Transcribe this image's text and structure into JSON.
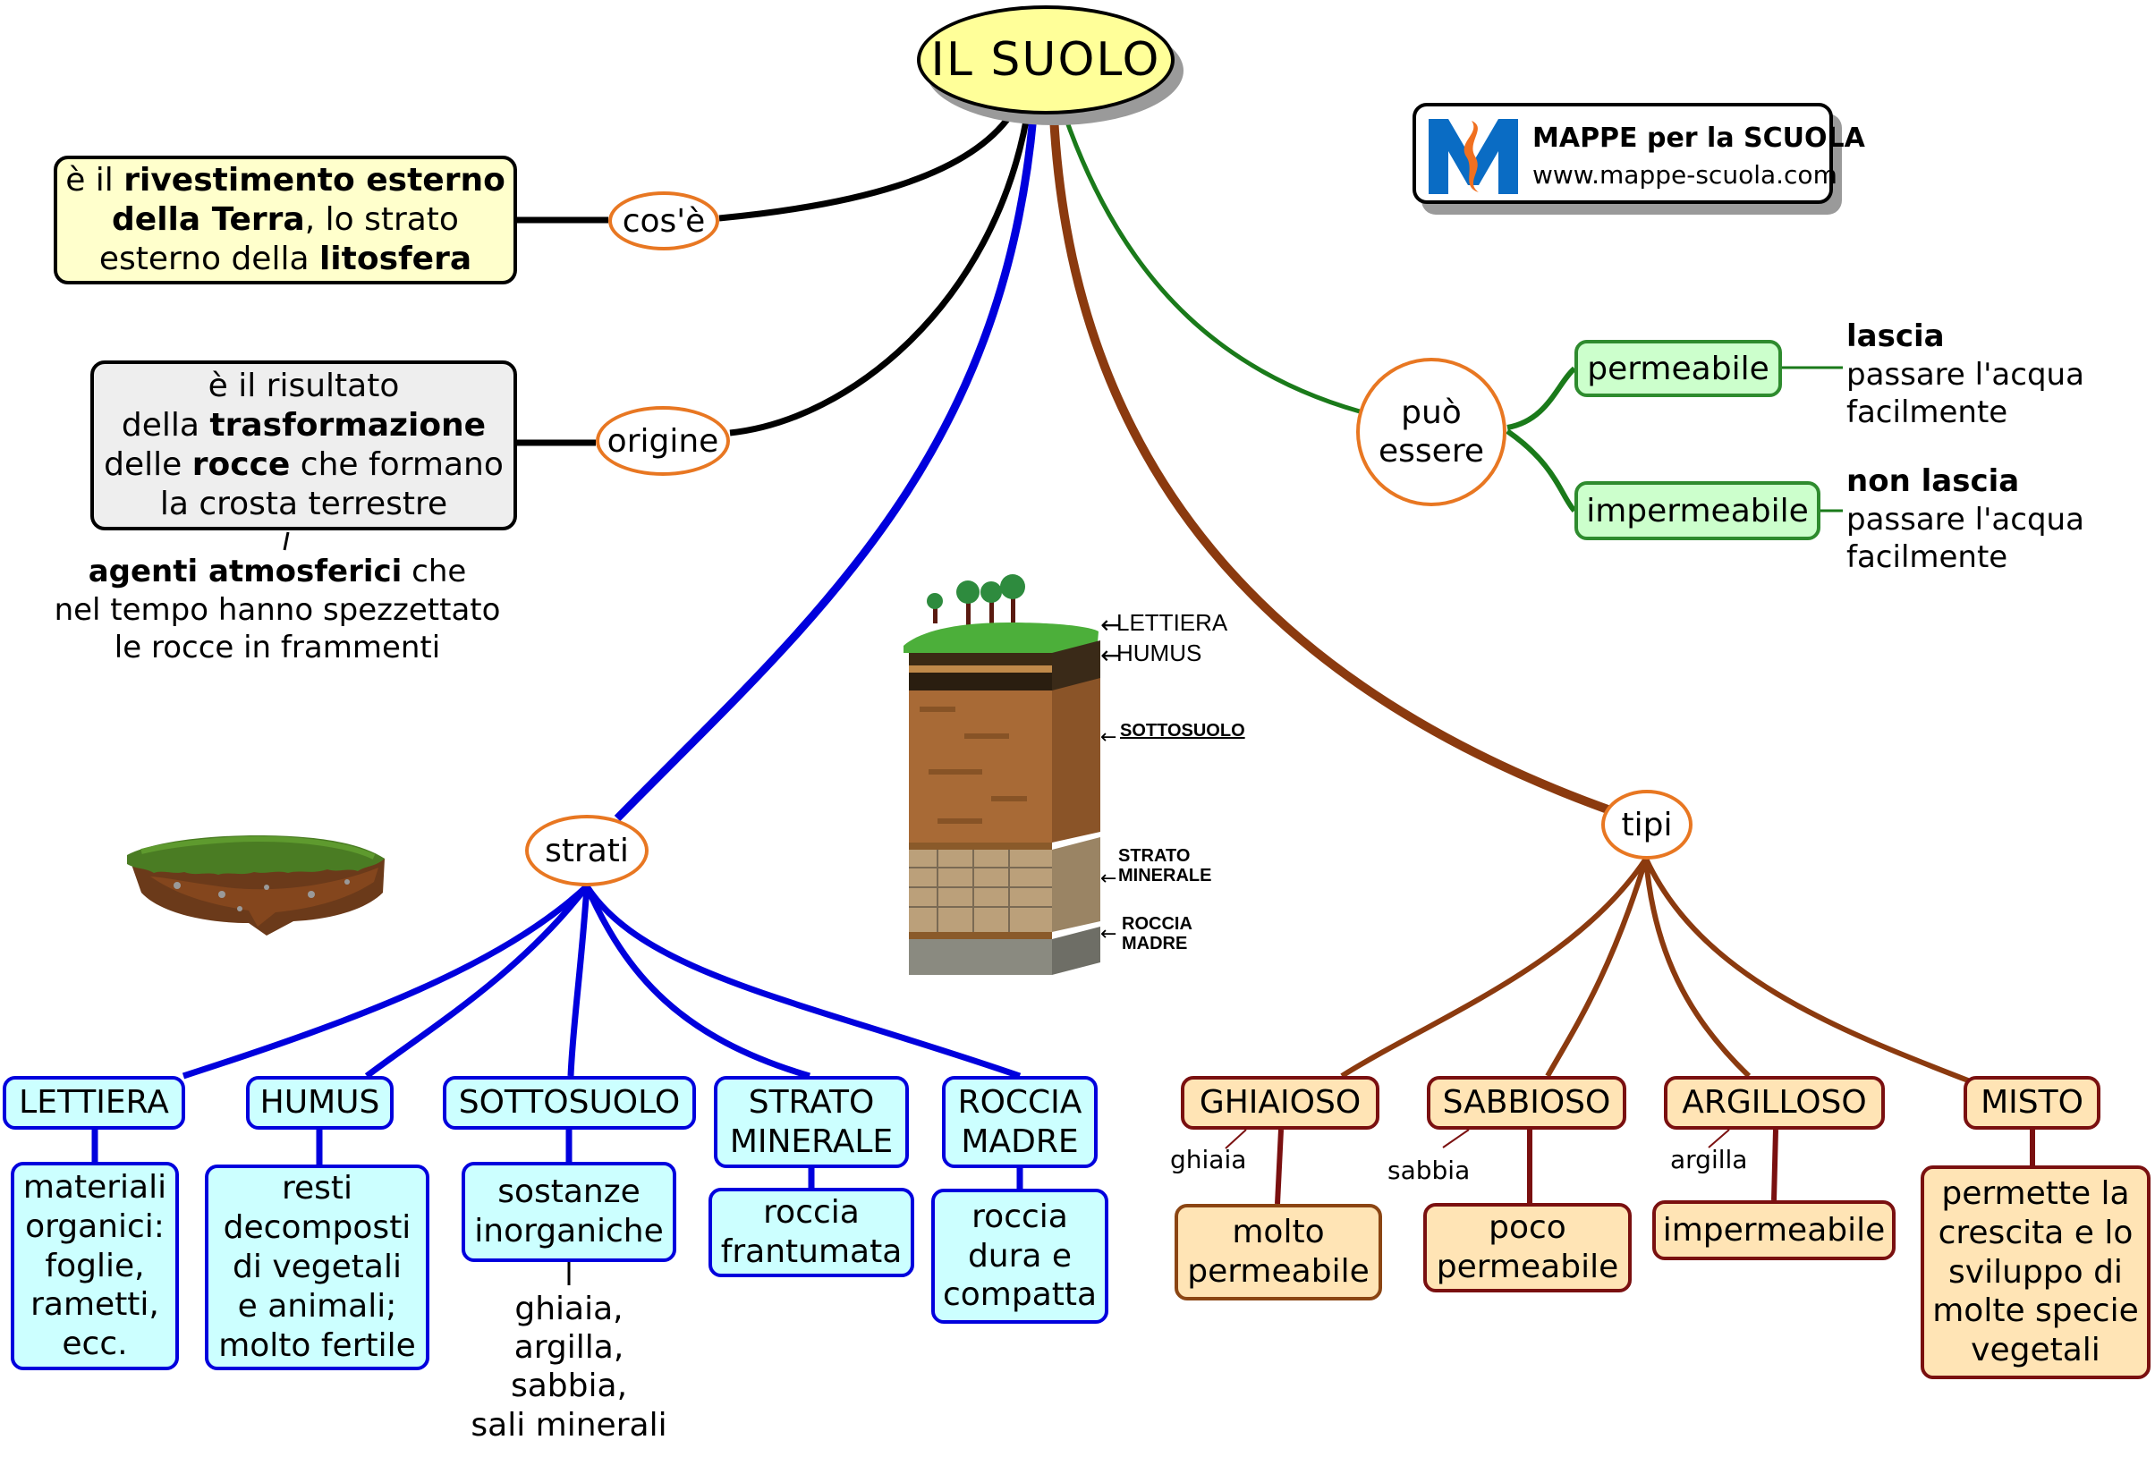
{
  "title": "IL SUOLO",
  "logo": {
    "title": "MAPPE per la SCUOLA",
    "url": "www.mappe-scuola.com",
    "colors": {
      "blue": "#0a6cc4",
      "orange": "#f07020"
    }
  },
  "cose": {
    "link": "cos'è",
    "parts": [
      {
        "t": "è il ",
        "b": false
      },
      {
        "t": "rivestimento esterno\ndella Terra",
        "b": true
      },
      {
        "t": ", lo strato\nesterno della ",
        "b": false
      },
      {
        "t": "litosfera",
        "b": true
      }
    ]
  },
  "origine": {
    "link": "origine",
    "parts": [
      {
        "t": "è il risultato\ndella ",
        "b": false
      },
      {
        "t": "trasformazione",
        "b": true
      },
      {
        "t": "\ndelle ",
        "b": false
      },
      {
        "t": "rocce",
        "b": true
      },
      {
        "t": " che formano\nla crosta terrestre",
        "b": false
      }
    ],
    "agent_parts": [
      {
        "t": "agenti atmosferici",
        "b": true
      },
      {
        "t": " che\nnel tempo hanno spezzettato\nle rocce in frammenti",
        "b": false
      }
    ]
  },
  "puo_essere": {
    "link": "può\nessere",
    "items": [
      {
        "label": "permeabile",
        "desc_bold": "lascia",
        "desc": "passare l'acqua\nfacilmente"
      },
      {
        "label": "impermeabile",
        "desc_bold": "non lascia",
        "desc": "passare l'acqua\nfacilmente"
      }
    ]
  },
  "strati": {
    "link": "strati",
    "items": [
      {
        "label": "LETTIERA",
        "desc": "materiali\norganici:\nfoglie,\nrametti,\necc."
      },
      {
        "label": "HUMUS",
        "desc": "resti\ndecomposti\ndi vegetali\ne animali;\nmolto fertile"
      },
      {
        "label": "SOTTOSUOLO",
        "desc": "sostanze\ninorganiche",
        "extra": "ghiaia,\nargilla,\nsabbia,\nsali minerali"
      },
      {
        "label": "STRATO\nMINERALE",
        "desc": "roccia\nfrantumata"
      },
      {
        "label": "ROCCIA\nMADRE",
        "desc": "roccia\ndura e\ncompatta"
      }
    ]
  },
  "soil_image": {
    "labels": [
      "LETTIERA",
      "HUMUS",
      "SOTTOSUOLO",
      "STRATO\nMINERALE",
      "ROCCIA\nMADRE"
    ]
  },
  "tipi": {
    "link": "tipi",
    "items": [
      {
        "label": "GHIAIOSO",
        "note": "ghiaia",
        "desc": "molto\npermeabile"
      },
      {
        "label": "SABBIOSO",
        "note": "sabbia",
        "desc": "poco\npermeabile"
      },
      {
        "label": "ARGILLOSO",
        "note": "argilla",
        "desc": "impermeabile"
      },
      {
        "label": "MISTO",
        "desc": "permette la\ncrescita e lo\nsviluppo di\nmolte specie\nvegetali"
      }
    ]
  },
  "colors": {
    "root_fill": "#ffff99",
    "link_oval_border": "#e87722",
    "branch_black": "#000000",
    "branch_blue": "#0000dd",
    "branch_green": "#1a7a1a",
    "branch_brown": "#8b3a0f",
    "brown_box_border": "#7a1010"
  }
}
